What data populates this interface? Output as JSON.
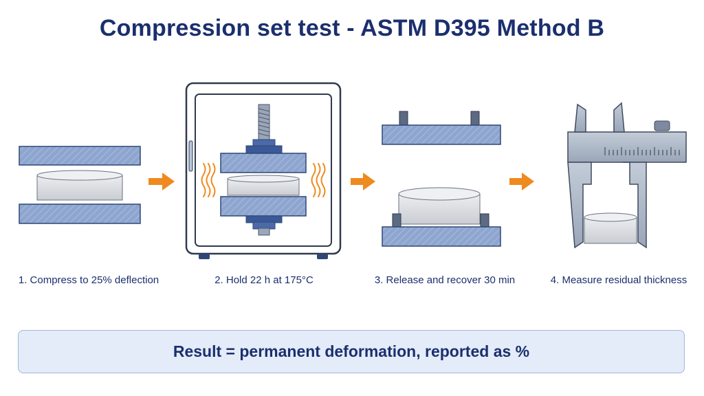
{
  "title": "Compression set test - ASTM D395 Method B",
  "colors": {
    "title": "#1b2f6e",
    "plate": "#8ea6cf",
    "plate_stroke": "#2f4676",
    "specimen": "#d9dbde",
    "arrow": "#ef8a1f",
    "heat": "#ef8a1f",
    "result_bg": "#e3ecf8"
  },
  "steps": [
    {
      "label": "1. Compress to 25% deflection",
      "icon": "compression-plates-icon"
    },
    {
      "label": "2. Hold 22 h at 175°C",
      "icon": "oven-icon"
    },
    {
      "label": "3. Release and recover 30 min",
      "icon": "released-fixture-icon"
    },
    {
      "label": "4. Measure residual thickness",
      "icon": "caliper-icon"
    }
  ],
  "result": "Result = permanent deformation, reported as %"
}
